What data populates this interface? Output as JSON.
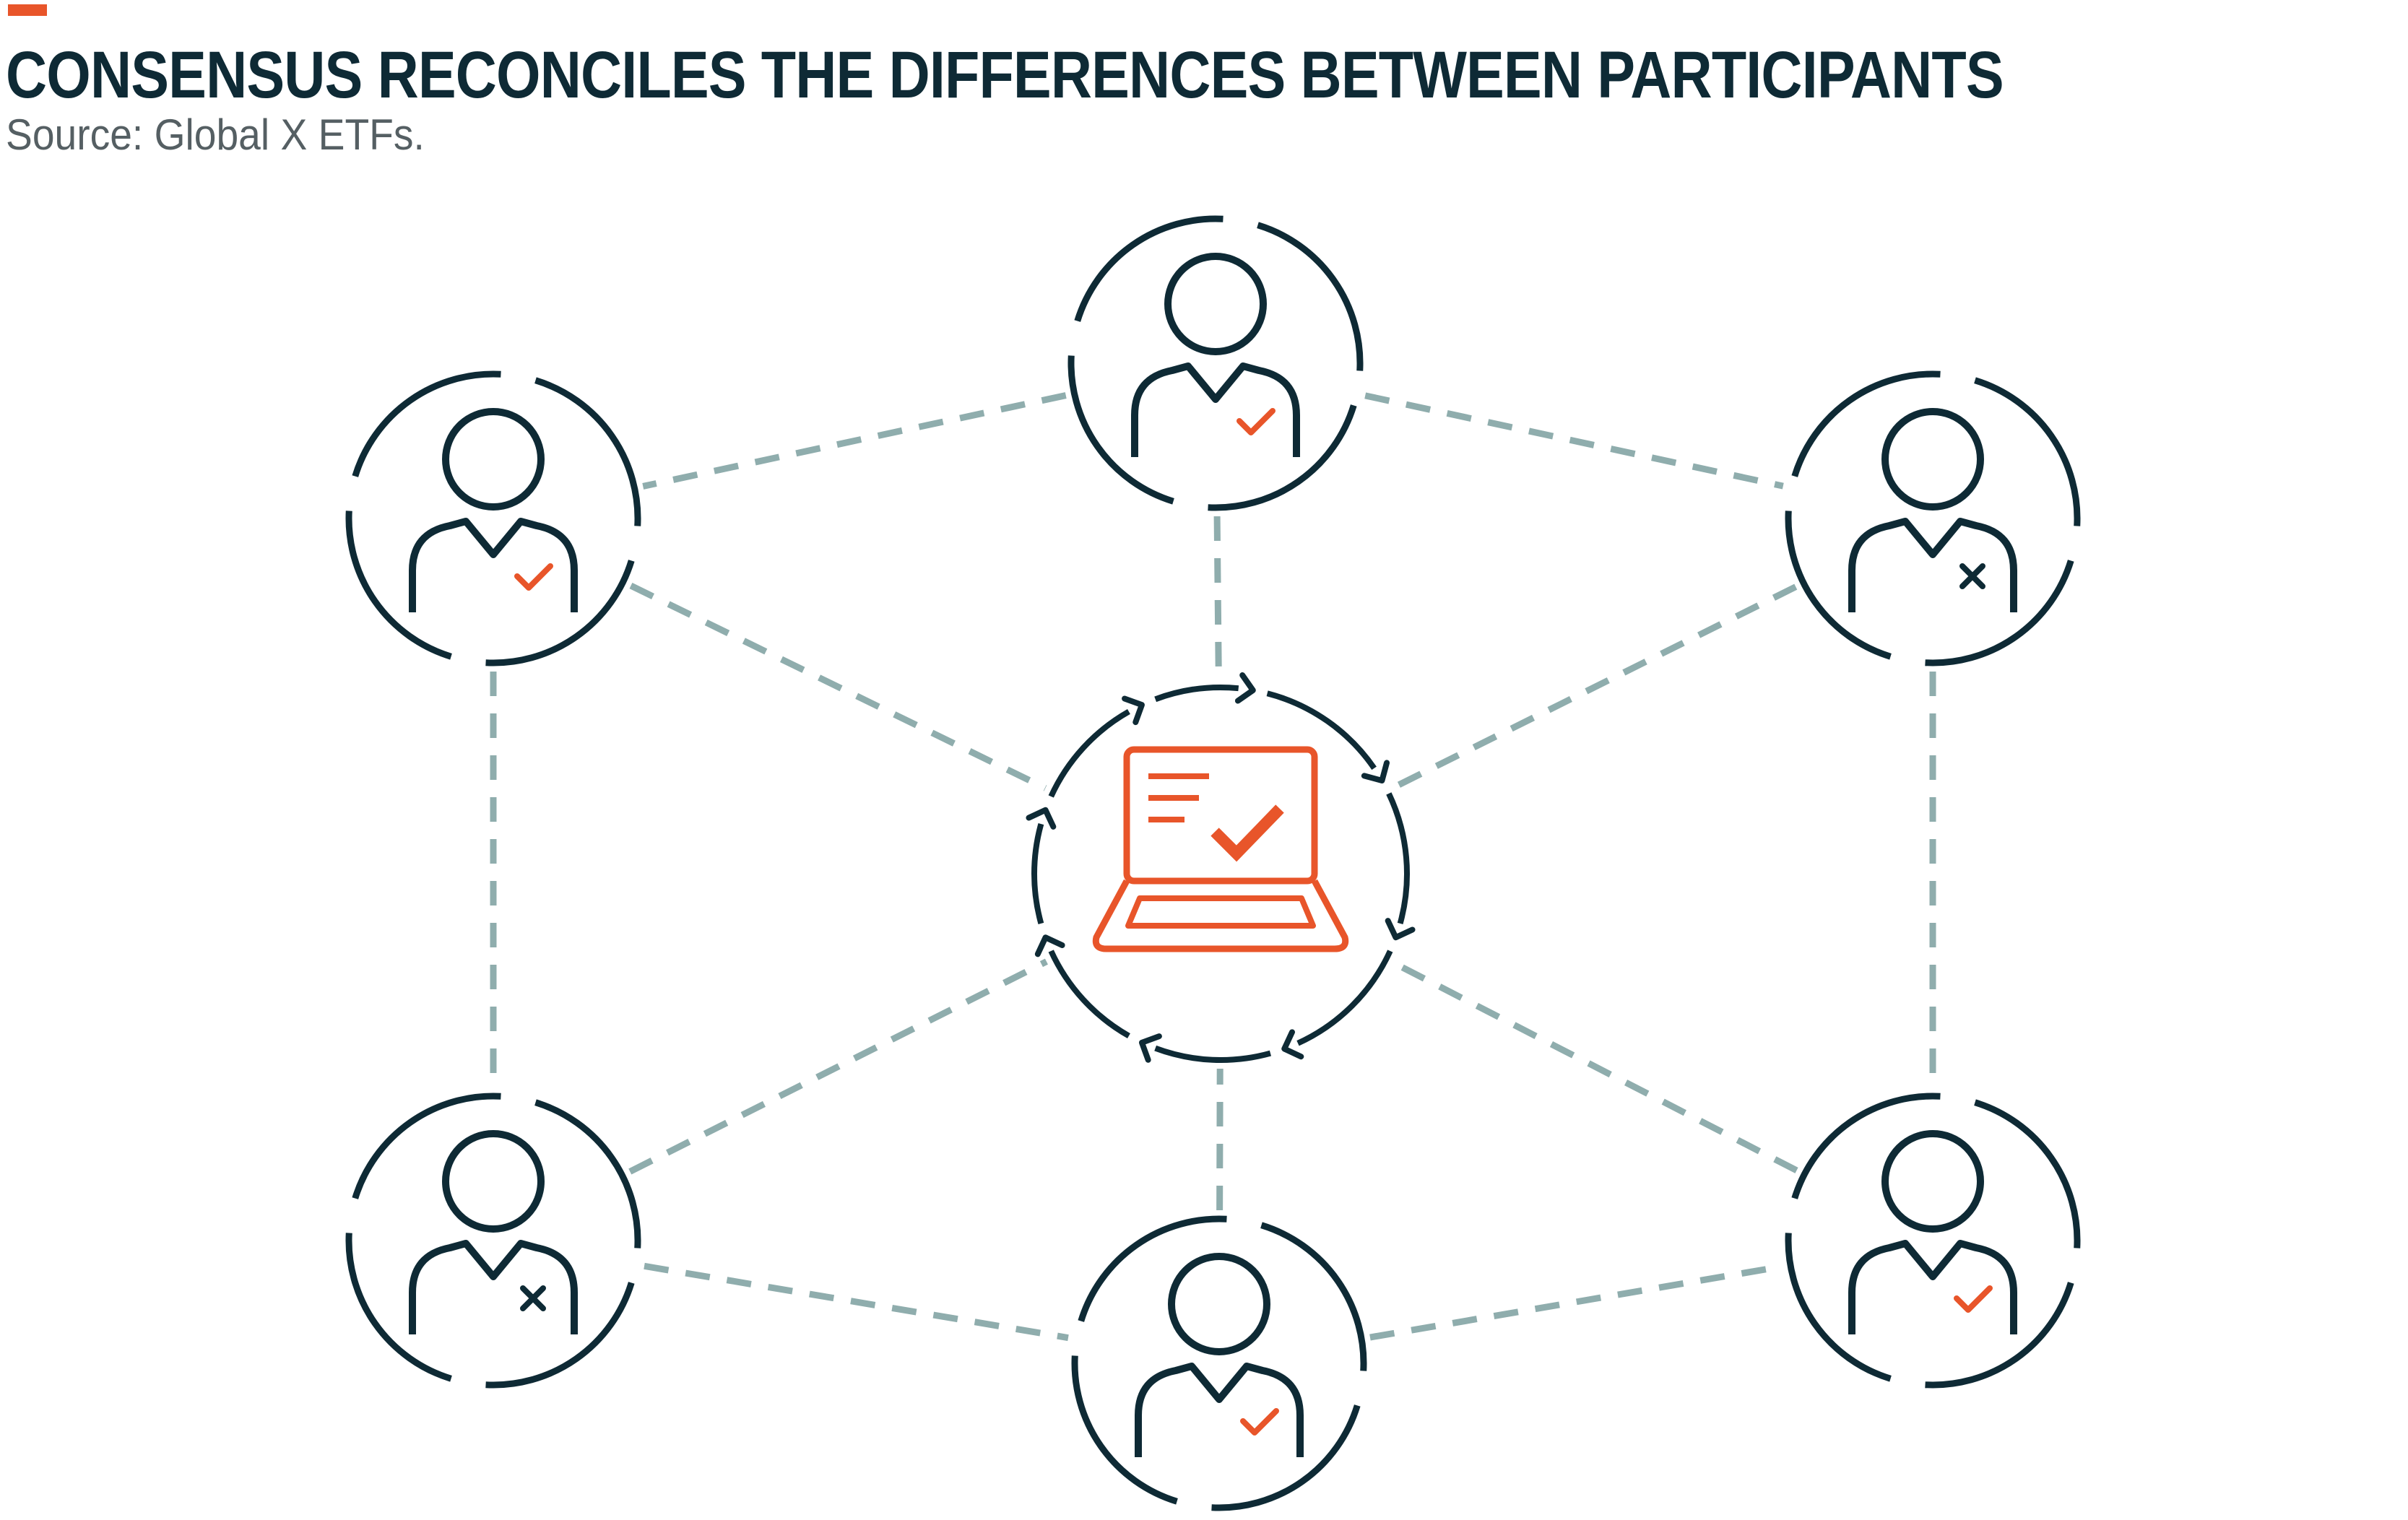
{
  "header": {
    "title": "CONSENSUS RECONCILES THE DIFFERENCES BETWEEN PARTICIPANTS",
    "source": "Source: Global X ETFs."
  },
  "colors": {
    "navy": "#0e2a35",
    "orange": "#e8552a",
    "connector": "#8fadad",
    "background": "#ffffff"
  },
  "diagram": {
    "central_node": {
      "icon": "laptop-check-icon",
      "cycle_icon": "circular-arrows-icon"
    },
    "participants": [
      {
        "id": "top-center",
        "icon": "person-icon",
        "mark": "check"
      },
      {
        "id": "upper-left",
        "icon": "person-icon",
        "mark": "check"
      },
      {
        "id": "upper-right",
        "icon": "person-icon",
        "mark": "cross"
      },
      {
        "id": "lower-left",
        "icon": "person-icon",
        "mark": "cross"
      },
      {
        "id": "bottom-center",
        "icon": "person-icon",
        "mark": "check"
      },
      {
        "id": "lower-right",
        "icon": "person-icon",
        "mark": "check"
      }
    ]
  }
}
